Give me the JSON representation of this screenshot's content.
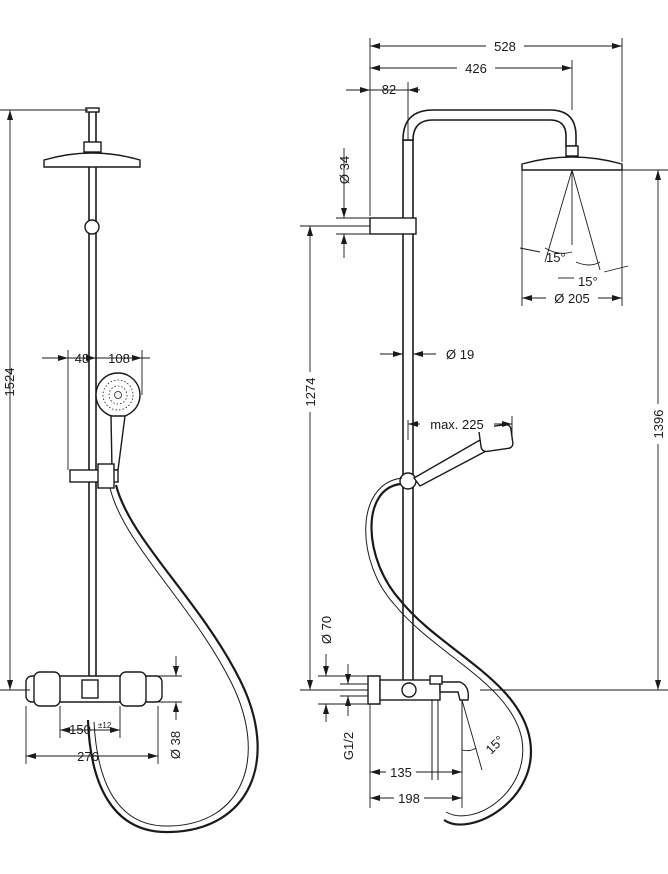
{
  "drawing": {
    "left_view": {
      "dim_height_total": "1524",
      "dim_hand_offset": "48",
      "dim_hand_diameter": "108",
      "dim_valve_centers": "150",
      "dim_valve_tolerance": "±12",
      "dim_valve_width": "276",
      "dim_valve_diameter": "Ø 38"
    },
    "right_view": {
      "dim_total_width": "528",
      "dim_arm_reach": "426",
      "dim_wall_offset": "82",
      "dim_bracket_diameter": "Ø 34",
      "dim_bar_height": "1274",
      "dim_pipe_diameter": "Ø 19",
      "dim_hand_reach": "max. 225",
      "dim_overhead_height": "1396",
      "dim_angle_left": "15°",
      "dim_angle_right": "15°",
      "dim_head_diameter": "Ø 205",
      "dim_rosette_diameter": "Ø 70",
      "dim_thread": "G1/2",
      "dim_spout_135": "135",
      "dim_spout_198": "198",
      "dim_spout_angle": "15°"
    }
  }
}
